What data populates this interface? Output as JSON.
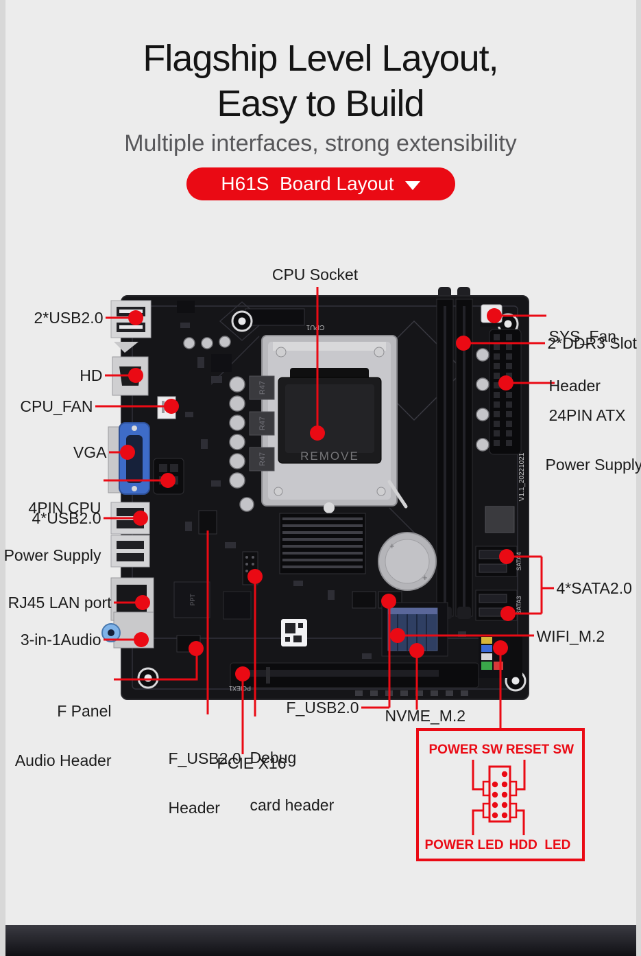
{
  "colors": {
    "background": "#ececec",
    "accent_red": "#ea0a14",
    "title_text": "#141414",
    "subtitle_text": "#57575a",
    "button_text": "#ffffff",
    "pcb": "#151518",
    "vga_blue": "#3e6cc8"
  },
  "header": {
    "title_line1": "Flagship Level Layout,",
    "title_line2": "Easy to Build",
    "subtitle": "Multiple interfaces, strong extensibility",
    "board_button_label": "H61S  Board Layout",
    "board_button_icon": "triangle-down"
  },
  "callouts": {
    "cpu_socket": "CPU Socket",
    "usb2_rear": "2*USB2.0",
    "hd": "HD",
    "cpu_fan": "CPU_FAN",
    "vga": "VGA",
    "cpu_power_line1": "4PIN CPU",
    "cpu_power_line2": "Power Supply",
    "usb4_rear": "4*USB2.0",
    "rj45": "RJ45 LAN port",
    "audio": "3-in-1Audio",
    "f_panel_audio_line1": "F Panel",
    "f_panel_audio_line2": "Audio Header",
    "sys_fan_line1": "SYS_Fan",
    "sys_fan_line2": "Header",
    "ddr3": "2*DDR3 Slot",
    "atx_line1": "24PIN ATX",
    "atx_line2": "Power Supply",
    "sata": "4*SATA2.0",
    "wifi": "WIFI_M.2",
    "f_usb_header_line1": "F_USB2.0",
    "f_usb_header_line2": "Header",
    "debug_line1": "Debug",
    "debug_line2": "card header",
    "pcie": "PCIE X16",
    "f_usb_center": "F_USB2.0",
    "nvme": "NVME_M.2"
  },
  "front_panel_diagram": {
    "power_sw": "POWER SW",
    "reset_sw": "RESET SW",
    "power_led": "POWER LED",
    "hdd_led": "HDD  LED"
  },
  "board_silkscreen": {
    "cpu1": "CPU1",
    "remove": "REMOVE",
    "pciex": "PCIEX1",
    "sata4": "SATA4",
    "sata3": "SATA3",
    "r47": "R47",
    "version": "V1.1_20221021",
    "ppt": "PPT"
  }
}
